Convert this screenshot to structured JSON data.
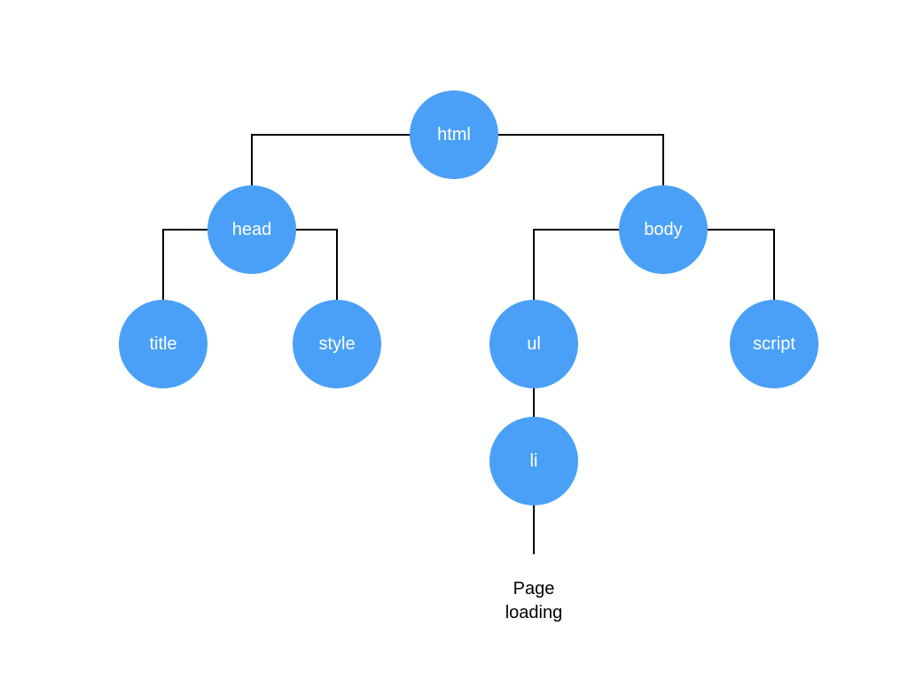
{
  "colors": {
    "node_fill": "#4aa0f7",
    "node_text": "#ffffff",
    "connector": "#000000",
    "background": "#ffffff"
  },
  "nodes": {
    "html": "html",
    "head": "head",
    "body": "body",
    "title": "title",
    "style": "style",
    "ul": "ul",
    "li": "li",
    "script": "script"
  },
  "text_node": {
    "line1": "Page",
    "line2": "loading"
  }
}
